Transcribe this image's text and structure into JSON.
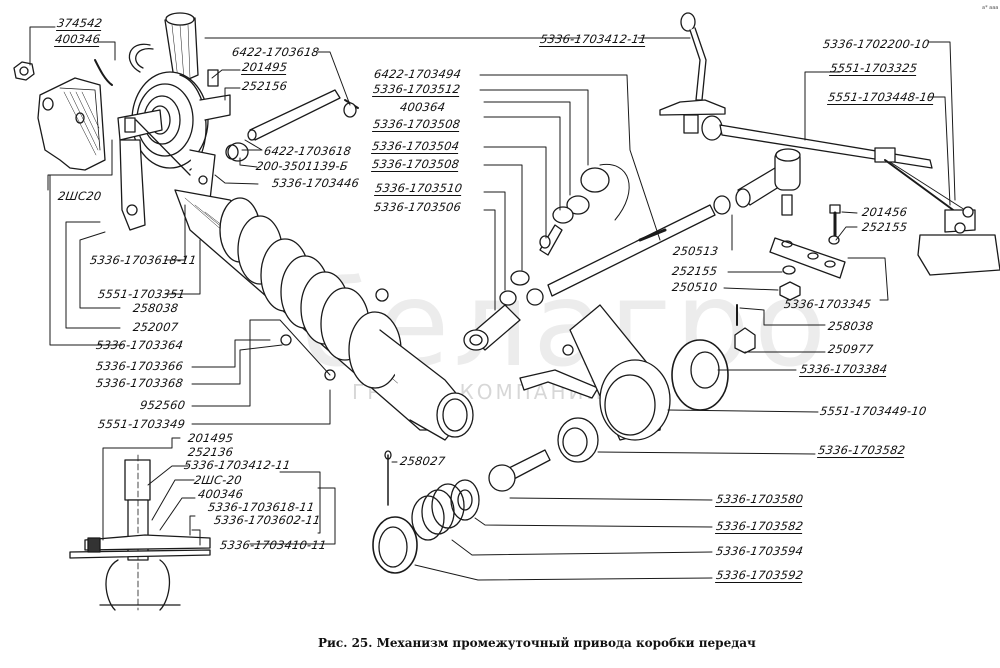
{
  "figure": {
    "caption": "Рис. 25. Механизм промежуточный привода коробки передач",
    "watermark_brand": "белагро",
    "watermark_sub": "ГРУППА КОМПАНИЙ",
    "corner_mark": "a* aaa"
  },
  "labels": {
    "top_left": [
      {
        "text": "374542",
        "underlined": true
      },
      {
        "text": "400346",
        "underlined": true
      },
      {
        "text": "2ШС20",
        "underlined": false
      }
    ],
    "top_center_left": [
      {
        "text": "6422-1703618",
        "underlined": false
      },
      {
        "text": "201495",
        "underlined": true
      },
      {
        "text": "252156",
        "underlined": false
      },
      {
        "text": "6422-1703618",
        "underlined": false
      },
      {
        "text": "200-3501139-Б",
        "underlined": false
      },
      {
        "text": "5336-1703446",
        "underlined": false
      }
    ],
    "top_center": [
      {
        "text": "5336-1703412-11",
        "underlined": true
      },
      {
        "text": "6422-1703494",
        "underlined": false
      },
      {
        "text": "5336-1703512",
        "underlined": true
      },
      {
        "text": "400364",
        "underlined": false
      },
      {
        "text": "5336-1703508",
        "underlined": true
      },
      {
        "text": "5336-1703504",
        "underlined": true
      },
      {
        "text": "5336-1703508",
        "underlined": true
      },
      {
        "text": "5336-1703510",
        "underlined": true
      },
      {
        "text": "5336-1703506",
        "underlined": false
      }
    ],
    "top_right": [
      {
        "text": "5336-1702200-10",
        "underlined": false
      },
      {
        "text": "5551-1703325",
        "underlined": true
      },
      {
        "text": "5551-1703448-10",
        "underlined": true
      },
      {
        "text": "201456",
        "underlined": false
      },
      {
        "text": "252155",
        "underlined": false
      }
    ],
    "middle_right": [
      {
        "text": "250513",
        "underlined": false
      },
      {
        "text": "252155",
        "underlined": false
      },
      {
        "text": "250510",
        "underlined": false
      },
      {
        "text": "5336-1703345",
        "underlined": false
      },
      {
        "text": "258038",
        "underlined": false
      },
      {
        "text": "250977",
        "underlined": false
      },
      {
        "text": "5336-1703384",
        "underlined": true
      },
      {
        "text": "5551-1703449-10",
        "underlined": false
      },
      {
        "text": "5336-1703582",
        "underlined": true
      }
    ],
    "left_column": [
      {
        "text": "5336-1703618-11",
        "underlined": false
      },
      {
        "text": "5551-1703351",
        "underlined": false
      },
      {
        "text": "258038",
        "underlined": false
      },
      {
        "text": "252007",
        "underlined": false
      },
      {
        "text": "5336-1703364",
        "underlined": false
      },
      {
        "text": "5336-1703366",
        "underlined": false
      },
      {
        "text": "5336-1703368",
        "underlined": false
      },
      {
        "text": "952560",
        "underlined": false
      },
      {
        "text": "5551-1703349",
        "underlined": false
      }
    ],
    "inset": [
      {
        "text": "201495",
        "underlined": false
      },
      {
        "text": "252136",
        "underlined": false
      },
      {
        "text": "5336-1703412-11",
        "underlined": false
      },
      {
        "text": "2ШС-20",
        "underlined": false
      },
      {
        "text": "400346",
        "underlined": false
      },
      {
        "text": "5336-1703618-11",
        "underlined": false
      },
      {
        "text": "5336-1703602-11",
        "underlined": false
      },
      {
        "text": "5336-1703410-11",
        "underlined": false
      }
    ],
    "bottom_center": [
      {
        "text": "258027",
        "underlined": false
      },
      {
        "text": "5336-1703580",
        "underlined": true
      },
      {
        "text": "5336-1703582",
        "underlined": true
      },
      {
        "text": "5336-1703594",
        "underlined": false
      },
      {
        "text": "5336-1703592",
        "underlined": true
      }
    ]
  }
}
